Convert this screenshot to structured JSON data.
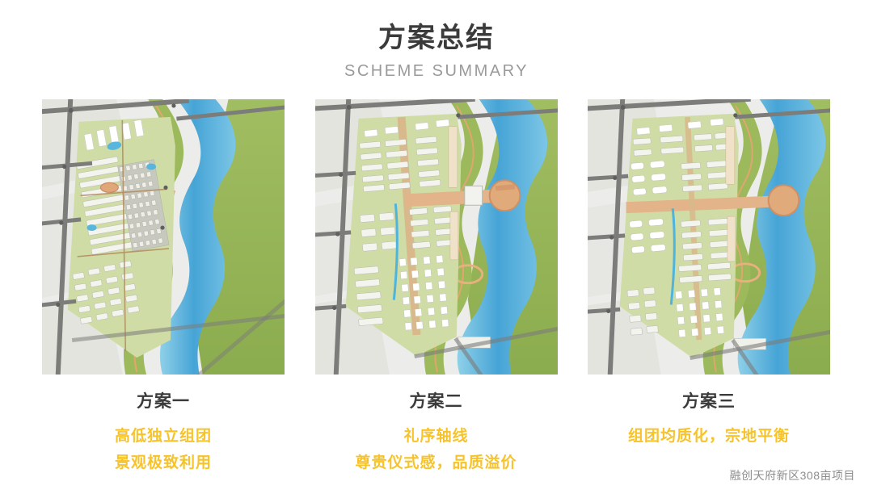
{
  "header": {
    "title": "方案总结",
    "subtitle": "SCHEME SUMMARY"
  },
  "colors": {
    "title": "#3b3b3b",
    "subtitle": "#9a9a9a",
    "highlight": "#f6c32a",
    "footer": "#8d8d8d",
    "water": "#4fa8d8",
    "greenery": "#8cae4e",
    "road": "#7a7a78",
    "block": "#e4e4df"
  },
  "schemes": [
    {
      "name": "方案一",
      "plan_alt": "site-masterplan-scheme-one",
      "highlights": [
        "高低独立组团",
        "景观极致利用"
      ]
    },
    {
      "name": "方案二",
      "plan_alt": "site-masterplan-scheme-two",
      "highlights": [
        "礼序轴线",
        "尊贵仪式感，品质溢价"
      ]
    },
    {
      "name": "方案三",
      "plan_alt": "site-masterplan-scheme-three",
      "highlights": [
        "组团均质化，宗地平衡"
      ]
    }
  ],
  "footer": {
    "project": "融创天府新区308亩项目"
  }
}
